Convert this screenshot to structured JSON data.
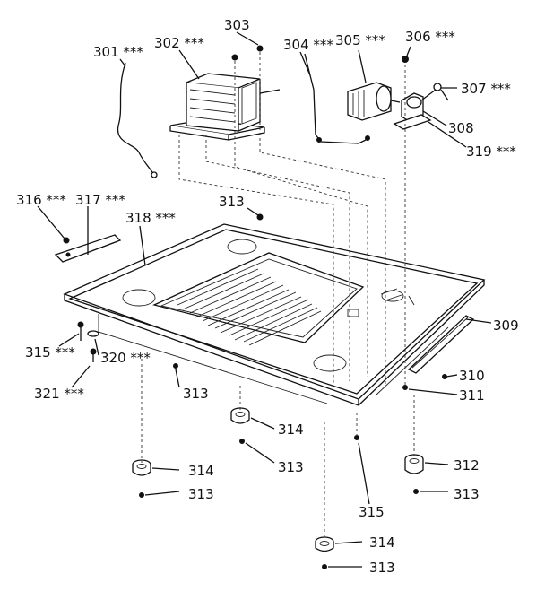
{
  "labels": {
    "p301": "301 ***",
    "p302": "302 ***",
    "p303": "303",
    "p304": "304 ***",
    "p305": "305 ***",
    "p306": "306 ***",
    "p307": "307 ***",
    "p308": "308",
    "p319": "319 ***",
    "p316": "316 ***",
    "p317": "317 ***",
    "p318": "318 ***",
    "p313a": "313",
    "p309": "309",
    "p310": "310",
    "p311": "311",
    "p315a": "315 ***",
    "p320": "320 ***",
    "p321": "321 ***",
    "p313b": "313",
    "p314a": "314",
    "p313c": "313",
    "p312": "312",
    "p313d": "313",
    "p314b": "314",
    "p313e": "313",
    "p315b": "315",
    "p314c": "314",
    "p313f": "313"
  }
}
